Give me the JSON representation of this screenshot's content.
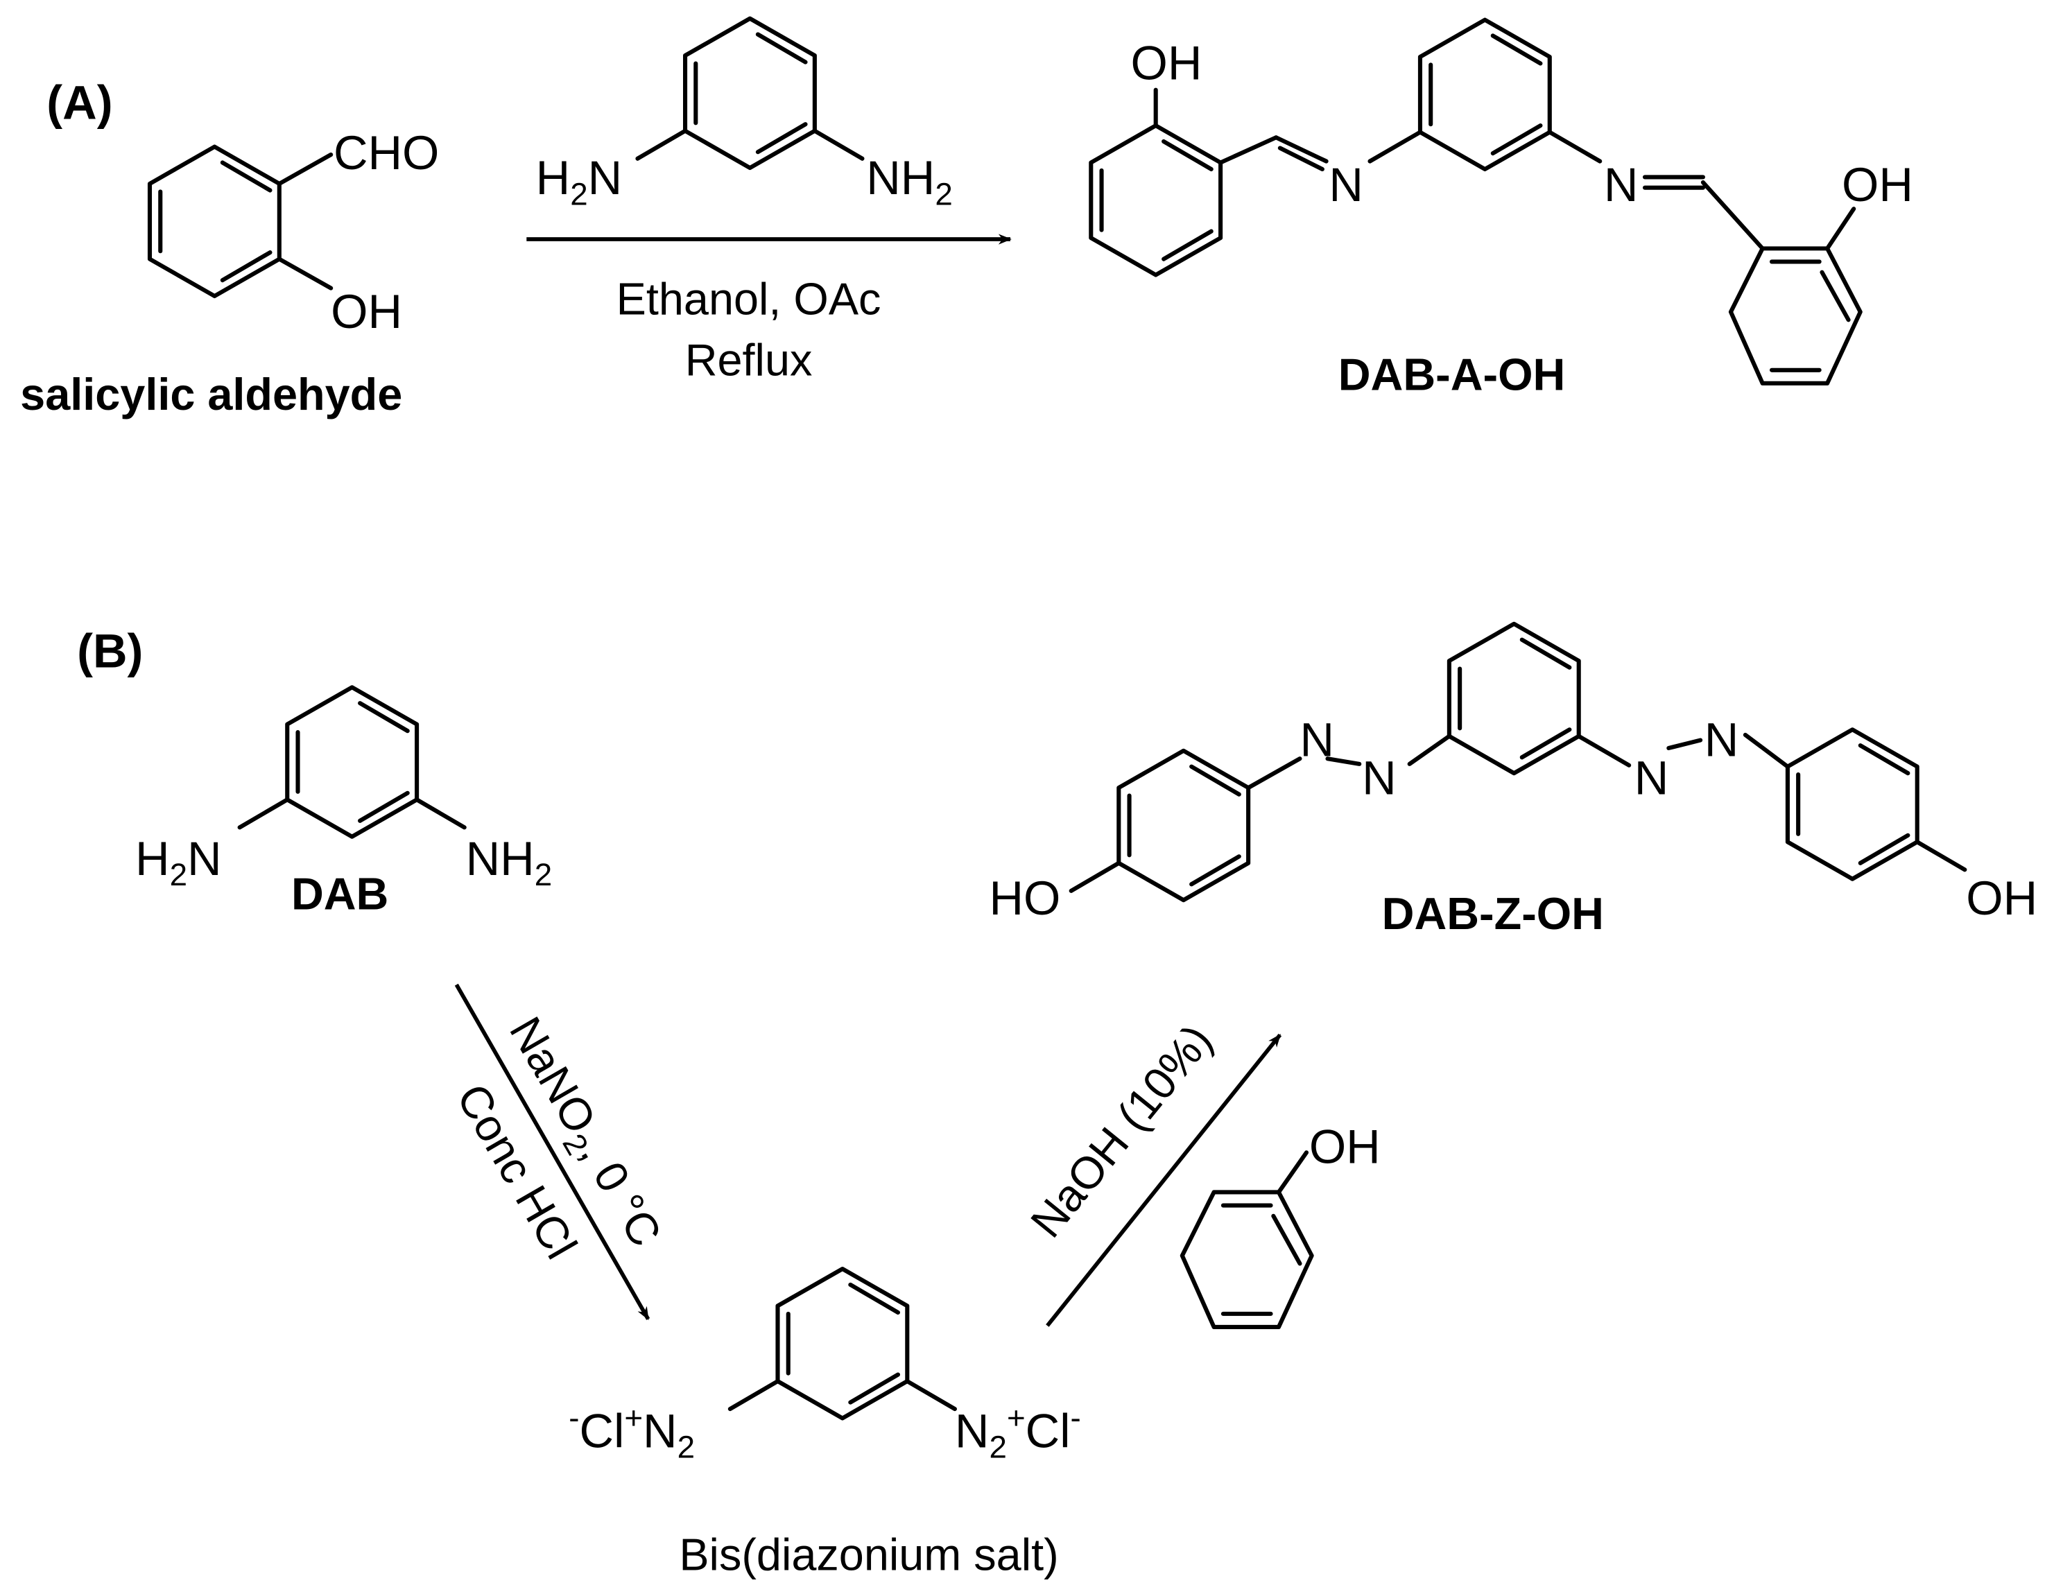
{
  "panels": {
    "a": {
      "label": "(A)"
    },
    "b": {
      "label": "(B)"
    }
  },
  "scheme_a": {
    "reactant": {
      "name": "salicylic aldehyde",
      "groups": {
        "cho": "CHO",
        "oh": "OH"
      }
    },
    "reagent": {
      "left_amine": "H",
      "left_amine_sub": "2",
      "left_amine_n": "N",
      "right_amine": "NH",
      "right_amine_sub": "2"
    },
    "conditions": [
      "Ethanol, OAc",
      "Reflux"
    ],
    "product": {
      "name": "DAB-A-OH",
      "groups": {
        "oh_left": "OH",
        "oh_right": "OH",
        "n_left": "N",
        "n_right": "N"
      }
    }
  },
  "scheme_b": {
    "start": {
      "name": "DAB",
      "left_amine": "H",
      "left_amine_sub": "2",
      "left_amine_n": "N",
      "right_amine": "NH",
      "right_amine_sub": "2"
    },
    "step1_conditions": [
      "NaNO",
      "2",
      ", 0 °C",
      "Conc HCl"
    ],
    "intermediate": {
      "name": "Bis(diazonium salt)",
      "left_sup_minus": "-",
      "left_cl": "Cl",
      "left_sup_plus": "+",
      "left_n": "N",
      "left_sub": "2",
      "right_n": "N",
      "right_sub": "2",
      "right_sup_plus": "+",
      "right_cl": "Cl",
      "right_sup_minus": "-"
    },
    "step2_conditions": "NaOH (10%)",
    "phenol": {
      "group": "OH"
    },
    "product": {
      "name": "DAB-Z-OH",
      "groups": {
        "ho_left": "HO",
        "oh_right": "OH",
        "n": "N"
      }
    }
  }
}
